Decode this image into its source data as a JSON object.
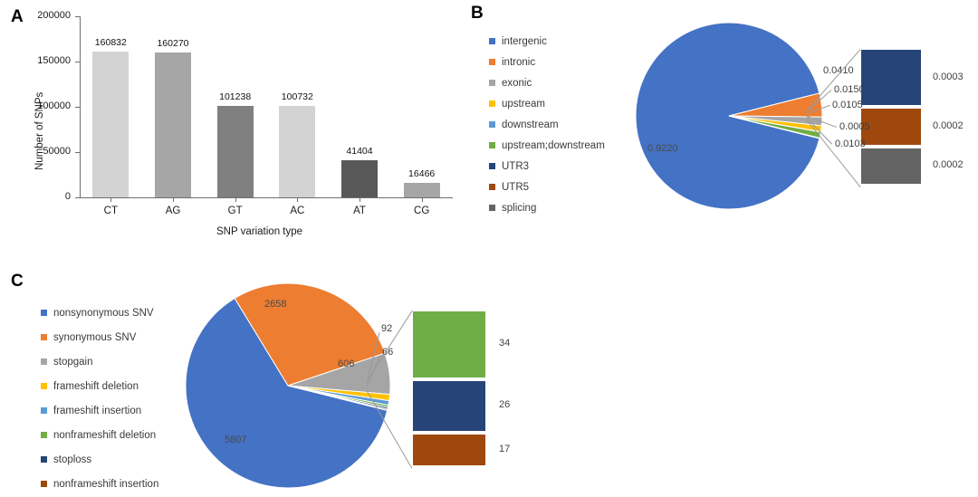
{
  "panels": {
    "a": {
      "label": "A"
    },
    "b": {
      "label": "B"
    },
    "c": {
      "label": "C"
    }
  },
  "colors": {
    "blue": "#4472C4",
    "orange": "#ED7D31",
    "gray": "#A5A5A5",
    "yellow": "#FFC000",
    "lightblue": "#5B9BD5",
    "green": "#70AD47",
    "navy": "#264478",
    "darkorange": "#9E480E",
    "darkgray": "#636363",
    "bar_ct": "#D3D3D3",
    "bar_ag": "#A6A6A6",
    "bar_gt": "#808080",
    "bar_ac": "#D3D3D3",
    "bar_at": "#595959",
    "bar_cg": "#A6A6A6"
  },
  "chart_data": [
    {
      "type": "bar",
      "panel": "A",
      "title": "",
      "xlabel": "SNP variation type",
      "ylabel": "Number of SNPs",
      "categories": [
        "CT",
        "AG",
        "GT",
        "AC",
        "AT",
        "CG"
      ],
      "values": [
        160832,
        160270,
        101238,
        100732,
        41404,
        16466
      ],
      "value_labels": [
        "160832",
        "160270",
        "101238",
        "100732",
        "41404",
        "16466"
      ],
      "bar_colors": [
        "#D3D3D3",
        "#A6A6A6",
        "#808080",
        "#D3D3D3",
        "#595959",
        "#A6A6A6"
      ],
      "ylim": [
        0,
        200000
      ],
      "yticks": [
        0,
        50000,
        100000,
        150000,
        200000
      ],
      "ytick_labels": [
        "0",
        "50000",
        "100000",
        "150000",
        "200000"
      ],
      "grid": false,
      "legend": "none"
    },
    {
      "type": "pie",
      "panel": "B",
      "title": "",
      "legend_position": "left",
      "labels": [
        "intergenic",
        "intronic",
        "exonic",
        "upstream",
        "downstream",
        "upstream;downstream",
        "UTR3",
        "UTR5",
        "splicing"
      ],
      "values": [
        0.922,
        0.041,
        0.015,
        0.0105,
        0.0005,
        0.0103,
        0.0003,
        0.0002,
        0.0002
      ],
      "value_labels": [
        "0.9220",
        "0.0410",
        "0.0150",
        "0.0105",
        "0.0005",
        "0.0103",
        "0.0003",
        "0.0002",
        "0.0002"
      ],
      "colors": [
        "#4472C4",
        "#ED7D31",
        "#A5A5A5",
        "#FFC000",
        "#5B9BD5",
        "#70AD47",
        "#264478",
        "#9E480E",
        "#636363"
      ],
      "exploded_bar": {
        "labels": [
          "UTR3",
          "UTR5",
          "splicing"
        ],
        "values": [
          0.0003,
          0.0002,
          0.0002
        ],
        "value_labels": [
          "0.0003",
          "0.0002",
          "0.0002"
        ],
        "colors": [
          "#264478",
          "#9E480E",
          "#636363"
        ]
      }
    },
    {
      "type": "pie",
      "panel": "C",
      "title": "",
      "legend_position": "left",
      "labels": [
        "nonsynonymous SNV",
        "synonymous SNV",
        "stopgain",
        "frameshift deletion",
        "frameshift insertion",
        "nonframeshift deletion",
        "stoploss",
        "nonframeshift insertion"
      ],
      "values": [
        5807,
        2658,
        606,
        92,
        66,
        34,
        26,
        17
      ],
      "value_labels": [
        "5807",
        "2658",
        "606",
        "92",
        "66",
        "34",
        "26",
        "17"
      ],
      "colors": [
        "#4472C4",
        "#ED7D31",
        "#A5A5A5",
        "#FFC000",
        "#5B9BD5",
        "#70AD47",
        "#264478",
        "#9E480E"
      ],
      "exploded_bar": {
        "labels": [
          "nonframeshift deletion",
          "stoploss",
          "nonframeshift insertion"
        ],
        "values": [
          34,
          26,
          17
        ],
        "value_labels": [
          "34",
          "26",
          "17"
        ],
        "colors": [
          "#70AD47",
          "#264478",
          "#9E480E"
        ]
      }
    }
  ],
  "legend_b": [
    {
      "label": "intergenic",
      "color": "#4472C4"
    },
    {
      "label": "intronic",
      "color": "#ED7D31"
    },
    {
      "label": "exonic",
      "color": "#A5A5A5"
    },
    {
      "label": "upstream",
      "color": "#FFC000"
    },
    {
      "label": "downstream",
      "color": "#5B9BD5"
    },
    {
      "label": "upstream;downstream",
      "color": "#70AD47"
    },
    {
      "label": "UTR3",
      "color": "#264478"
    },
    {
      "label": "UTR5",
      "color": "#9E480E"
    },
    {
      "label": "splicing",
      "color": "#636363"
    }
  ],
  "legend_c": [
    {
      "label": "nonsynonymous SNV",
      "color": "#4472C4"
    },
    {
      "label": "synonymous SNV",
      "color": "#ED7D31"
    },
    {
      "label": "stopgain",
      "color": "#A5A5A5"
    },
    {
      "label": "frameshift deletion",
      "color": "#FFC000"
    },
    {
      "label": "frameshift insertion",
      "color": "#5B9BD5"
    },
    {
      "label": "nonframeshift deletion",
      "color": "#70AD47"
    },
    {
      "label": "stoploss",
      "color": "#264478"
    },
    {
      "label": "nonframeshift insertion",
      "color": "#9E480E"
    }
  ]
}
